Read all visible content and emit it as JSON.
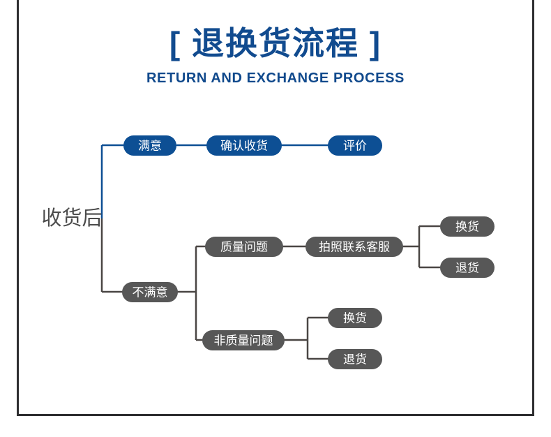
{
  "header": {
    "title_cn": "[ 退换货流程 ]",
    "title_en": "RETURN AND EXCHANGE PROCESS"
  },
  "colors": {
    "blue": "#0d4f94",
    "blue_dark": "#114b8f",
    "gray": "#575757",
    "gray_line": "#4a4644",
    "frame": "#2e2e30",
    "root_text": "#4b4b4b",
    "node_text": "#ffffff",
    "background": "#ffffff"
  },
  "flowchart": {
    "root": {
      "label": "收货后",
      "style": "plain-gray"
    },
    "branches": [
      {
        "id": "satisfied",
        "label": "满意",
        "style": "blue-pill",
        "children": [
          {
            "id": "confirm-receipt",
            "label": "确认收货",
            "style": "blue-pill",
            "children": [
              {
                "id": "review",
                "label": "评价",
                "style": "blue-pill",
                "children": []
              }
            ]
          }
        ]
      },
      {
        "id": "unsatisfied",
        "label": "不满意",
        "style": "gray-pill",
        "children": [
          {
            "id": "quality-issue",
            "label": "质量问题",
            "style": "gray-pill",
            "children": [
              {
                "id": "photo-contact-service",
                "label": "拍照联系客服",
                "style": "gray-pill",
                "children": [
                  {
                    "id": "exchange-quality",
                    "label": "换货",
                    "style": "gray-pill",
                    "children": []
                  },
                  {
                    "id": "return-quality",
                    "label": "退货",
                    "style": "gray-pill",
                    "children": []
                  }
                ]
              }
            ]
          },
          {
            "id": "non-quality-issue",
            "label": "非质量问题",
            "style": "gray-pill",
            "children": [
              {
                "id": "exchange-nonquality",
                "label": "换货",
                "style": "gray-pill",
                "children": []
              },
              {
                "id": "return-nonquality",
                "label": "退货",
                "style": "gray-pill",
                "children": []
              }
            ]
          }
        ]
      }
    ],
    "nodes": {
      "satisfied": "满意",
      "confirm_receipt": "确认收货",
      "review": "评价",
      "unsatisfied": "不满意",
      "quality_issue": "质量问题",
      "photo_contact_service": "拍照联系客服",
      "exchange_quality": "换货",
      "return_quality": "退货",
      "non_quality_issue": "非质量问题",
      "exchange_nonquality": "换货",
      "return_nonquality": "退货"
    }
  }
}
